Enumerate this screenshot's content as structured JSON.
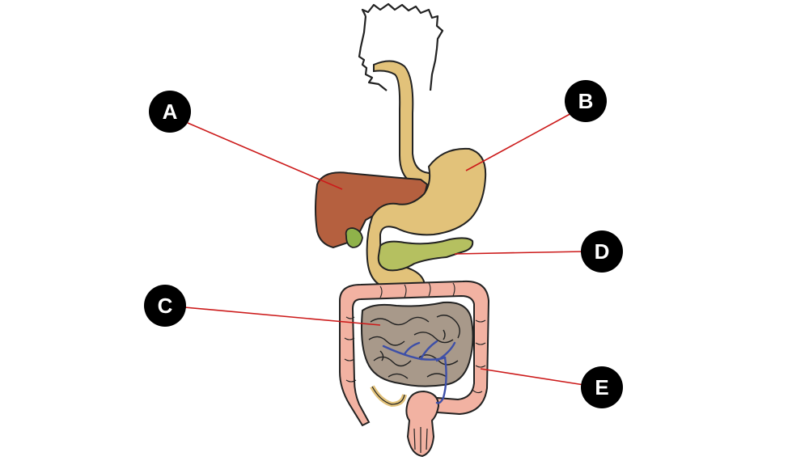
{
  "labels": {
    "a": "A",
    "b": "B",
    "c": "C",
    "d": "D",
    "e": "E"
  },
  "colors": {
    "liver": "#b5603f",
    "gallbladder": "#8fb24a",
    "esophagus_stomach": "#e2c27a",
    "pancreas": "#b5c060",
    "small_intestine": "#a8998a",
    "large_intestine": "#f2b2a2",
    "vessel": "#3d4fa8",
    "leader_line": "#cc1a1a",
    "badge": "#000000",
    "outline": "#222222"
  }
}
